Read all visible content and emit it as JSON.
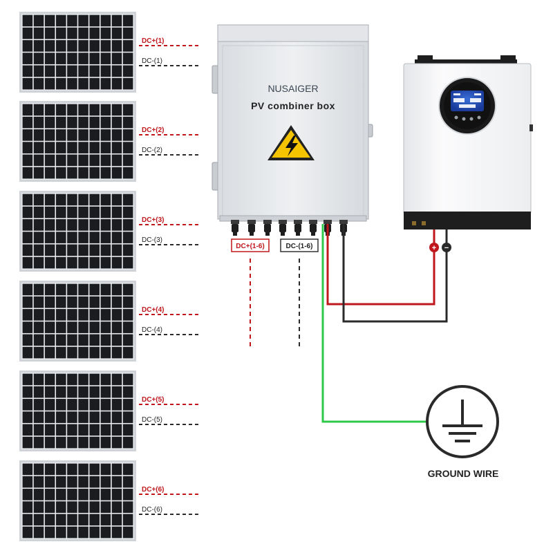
{
  "combiner_box": {
    "brand": "NUSAIGER",
    "title": "PV combiner box",
    "output_positive": "DC+(1-6)",
    "output_negative": "DC-(1-6)"
  },
  "panels": [
    {
      "pos_label": "DC+(1)",
      "neg_label": "DC-(1)"
    },
    {
      "pos_label": "DC+(2)",
      "neg_label": "DC-(2)"
    },
    {
      "pos_label": "DC+(3)",
      "neg_label": "DC-(3)"
    },
    {
      "pos_label": "DC+(4)",
      "neg_label": "DC-(4)"
    },
    {
      "pos_label": "DC+(5)",
      "neg_label": "DC-(5)"
    },
    {
      "pos_label": "DC+(6)",
      "neg_label": "DC-(6)"
    }
  ],
  "inverter": {
    "positive_symbol": "+",
    "negative_symbol": "−"
  },
  "ground": {
    "label": "GROUND WIRE"
  },
  "colors": {
    "positive_wire": "#c0171c",
    "negative_wire": "#2a2a2a",
    "ground_wire": "#2fc94a",
    "panel_cell": "#1b1c20",
    "panel_frame": "#cfd3d8",
    "box_body": "#e8eaed",
    "inverter_body": "#f4f5f7"
  }
}
